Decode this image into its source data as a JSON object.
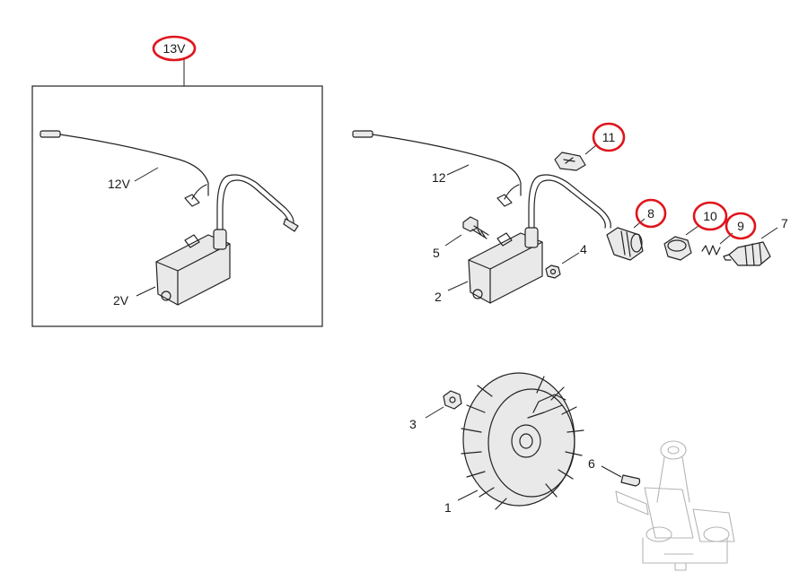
{
  "diagram": {
    "highlight_color": "#e0141c",
    "line_color": "#222222",
    "background": "#ffffff",
    "callouts": {
      "c13v": "13V",
      "c12v": "12V",
      "c2v": "2V",
      "c12": "12",
      "c11": "11",
      "c8": "8",
      "c10": "10",
      "c9": "9",
      "c7": "7",
      "c5": "5",
      "c4": "4",
      "c2": "2",
      "c3": "3",
      "c1": "1",
      "c6": "6"
    },
    "highlighted": [
      "13V",
      "11",
      "8",
      "10",
      "9"
    ],
    "icons": {
      "ignition_coil": "ignition-coil-icon",
      "spark_plug_wire": "spark-plug-wire-icon",
      "spark_plug_boot": "spark-plug-boot-icon",
      "flywheel": "flywheel-icon",
      "crankshaft": "crankshaft-icon"
    }
  }
}
